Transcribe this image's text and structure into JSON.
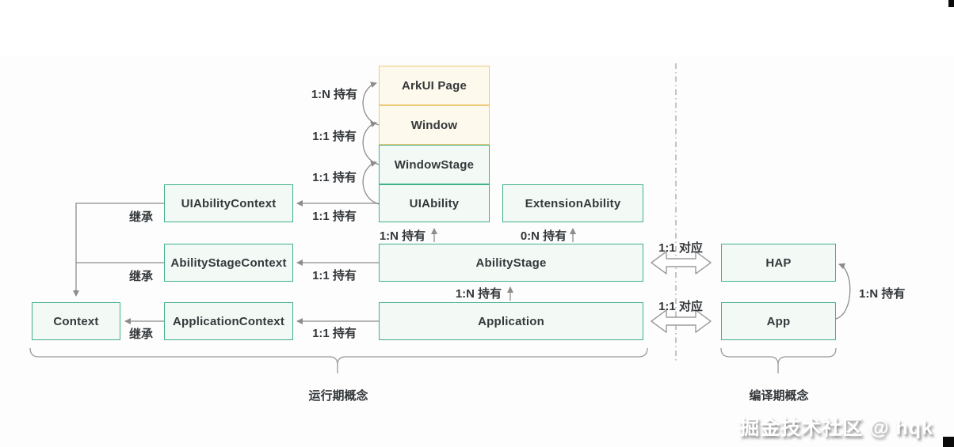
{
  "diagram_type": "architecture-diagram",
  "boxes": {
    "arkui_page": "ArkUI Page",
    "window": "Window",
    "window_stage": "WindowStage",
    "ui_ability": "UIAbility",
    "extension_ability": "ExtensionAbility",
    "ability_stage": "AbilityStage",
    "application": "Application",
    "ui_ability_context": "UIAbilityContext",
    "ability_stage_context": "AbilityStageContext",
    "application_context": "ApplicationContext",
    "context": "Context",
    "hap": "HAP",
    "app": "App"
  },
  "relations": [
    {
      "id": "window-holds-arkui-page",
      "from": "Window",
      "to": "ArkUI Page",
      "label": "1:N 持有"
    },
    {
      "id": "windowstage-holds-window",
      "from": "WindowStage",
      "to": "Window",
      "label": "1:1 持有"
    },
    {
      "id": "uiability-holds-windowstage",
      "from": "UIAbility",
      "to": "WindowStage",
      "label": "1:1 持有"
    },
    {
      "id": "uiability-holds-uiabilitycontext",
      "from": "UIAbility",
      "to": "UIAbilityContext",
      "label": "1:1 持有"
    },
    {
      "id": "abilitystage-holds-stagecontext",
      "from": "AbilityStage",
      "to": "AbilityStageContext",
      "label": "1:1 持有"
    },
    {
      "id": "application-holds-appcontext",
      "from": "Application",
      "to": "ApplicationContext",
      "label": "1:1 持有"
    },
    {
      "id": "abilitystage-holds-uiability",
      "from": "AbilityStage",
      "to": "UIAbility",
      "label": "1:N 持有"
    },
    {
      "id": "abilitystage-holds-extensionability",
      "from": "AbilityStage",
      "to": "ExtensionAbility",
      "label": "0:N 持有"
    },
    {
      "id": "application-holds-abilitystage",
      "from": "Application",
      "to": "AbilityStage",
      "label": "1:N 持有"
    },
    {
      "id": "uiabilitycontext-inherits",
      "from": "UIAbilityContext",
      "to": "Context",
      "label": "继承"
    },
    {
      "id": "abilitystagecontext-inherits",
      "from": "AbilityStageContext",
      "to": "Context",
      "label": "继承"
    },
    {
      "id": "applicationcontext-inherits",
      "from": "ApplicationContext",
      "to": "Context",
      "label": "继承"
    },
    {
      "id": "abilitystage-corresponds-hap",
      "from": "AbilityStage",
      "to": "HAP",
      "label": "1:1 对应"
    },
    {
      "id": "application-corresponds-app",
      "from": "Application",
      "to": "App",
      "label": "1:1 对应"
    },
    {
      "id": "app-holds-hap",
      "from": "App",
      "to": "HAP",
      "label": "1:N 持有"
    }
  ],
  "sections": {
    "runtime": "运行期概念",
    "compile": "编译期概念"
  },
  "watermark": "掘金技术社区 @ hqk",
  "colors": {
    "yellow_box_border": "#eec979",
    "yellow_box_bg": "#fdf9ec",
    "green_box_border": "#3fb08a",
    "green_box_bg": "#f3faf6",
    "connector": "#8c8c8c",
    "text": "#33373a"
  }
}
